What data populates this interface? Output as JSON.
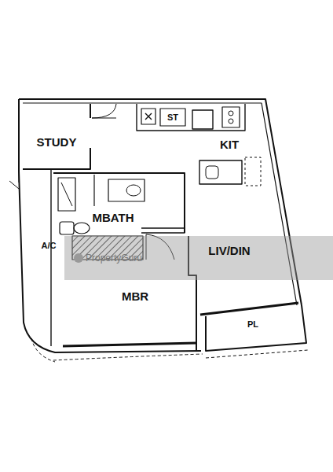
{
  "diagram": {
    "labels": [
      "STUDY",
      "ST",
      "KIT",
      "MBATH",
      "A/C",
      "LIV/DIN",
      "MBR",
      "PL",
      "PropertyGuru"
    ]
  }
}
